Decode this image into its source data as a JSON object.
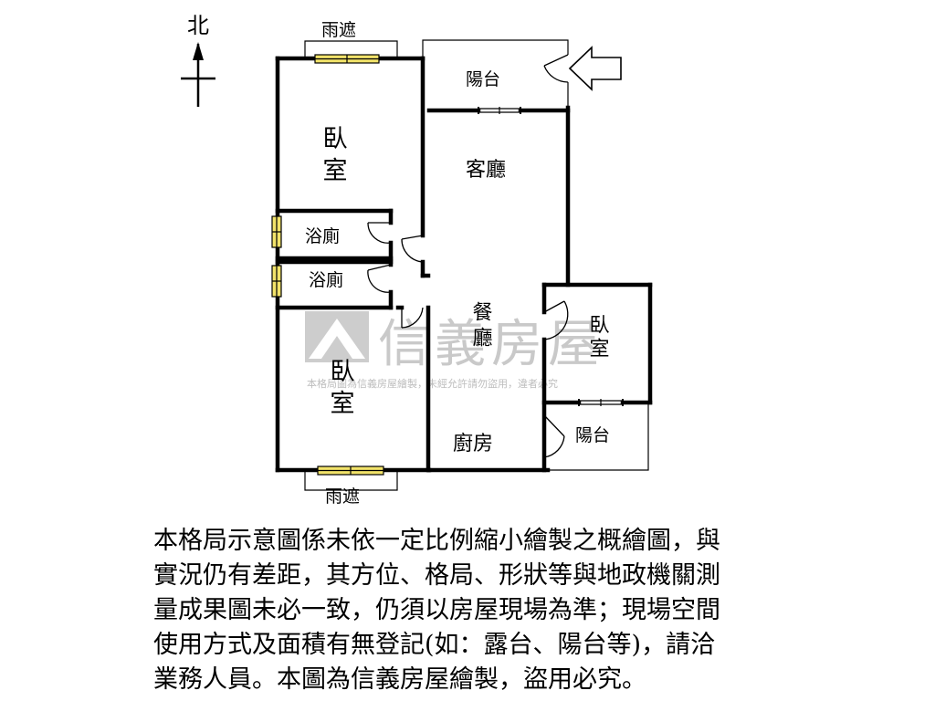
{
  "compass": {
    "north": "北"
  },
  "rooms": {
    "awning_top": "雨遮",
    "awning_bottom": "雨遮",
    "balcony_top": "陽台",
    "bedroom_nw": "臥室",
    "living_room": "客廳",
    "bath_1": "浴廁",
    "bath_2": "浴廁",
    "dining_room": "餐廳",
    "bedroom_sw": "臥室",
    "bedroom_e": "臥室",
    "kitchen": "廚房",
    "balcony_e": "陽台"
  },
  "watermark": {
    "brand": "信義房屋",
    "notice": "本格局圖為信義房屋繪製，未經允許請勿盜用，違者必究"
  },
  "disclaimer": {
    "lines": [
      "本格局示意圖係未依一定比例縮小繪製之概繪圖，與",
      "實況仍有差距，其方位、格局、形狀等與地政機關測",
      "量成果圖未必一致，仍須以房屋現場為準；現場空間",
      "使用方式及面積有無登記(如：露台、陽台等)，請洽",
      "業務人員。本圖為信義房屋繪製，盜用必究。"
    ]
  },
  "colors": {
    "wall": "#000000",
    "window_fill": "#f2e36a",
    "watermark": "#c9c9c9"
  }
}
